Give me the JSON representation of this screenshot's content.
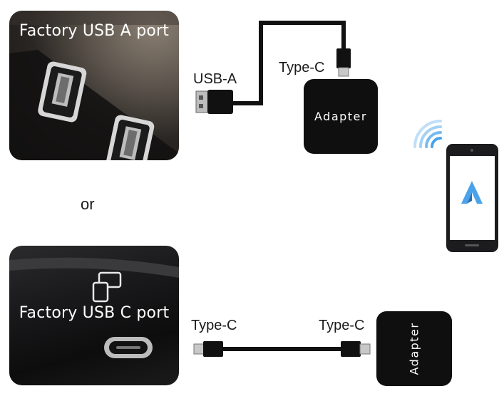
{
  "photos": {
    "usb_a": {
      "title": "Factory USB A port"
    },
    "usb_c": {
      "title": "Factory USB C port"
    }
  },
  "separator": "or",
  "labels": {
    "usb_a_plug": "USB-A",
    "type_c_top": "Type-C",
    "type_c_left": "Type-C",
    "type_c_right": "Type-C"
  },
  "adapters": {
    "top": "Adapter",
    "bottom": "Adapter"
  },
  "phone": {
    "app_icon": "android-auto-icon",
    "wireless_icon": "wifi-signal-icon"
  },
  "colors": {
    "accent_blue": "#4aa3ea",
    "cable": "#111111",
    "adapter": "#0f0f0f"
  }
}
